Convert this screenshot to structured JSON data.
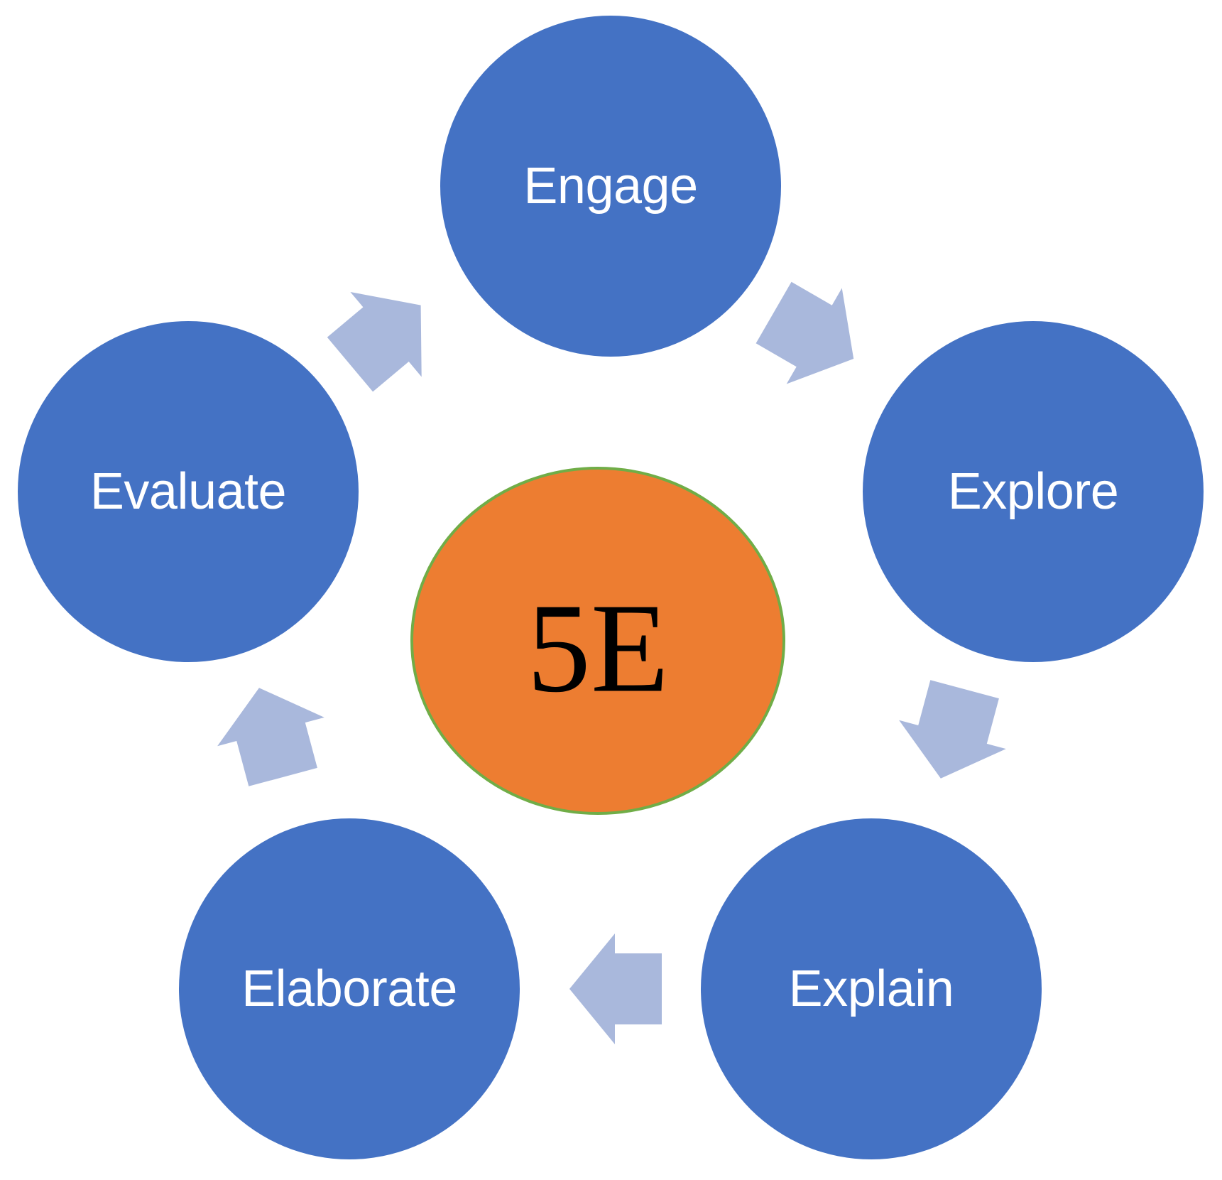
{
  "diagram": {
    "center": {
      "label": "5E",
      "fill": "#ED7D31",
      "stroke": "#70AD47",
      "text_color": "#000000"
    },
    "stages": [
      {
        "id": "engage",
        "label": "Engage"
      },
      {
        "id": "explore",
        "label": "Explore"
      },
      {
        "id": "explain",
        "label": "Explain"
      },
      {
        "id": "elaborate",
        "label": "Elaborate"
      },
      {
        "id": "evaluate",
        "label": "Evaluate"
      }
    ],
    "cycle_direction": "clockwise",
    "colors": {
      "stage_fill": "#4472C4",
      "stage_text": "#FFFFFF",
      "arrow_fill": "#A9B8DC",
      "background": "#FFFFFF"
    }
  }
}
